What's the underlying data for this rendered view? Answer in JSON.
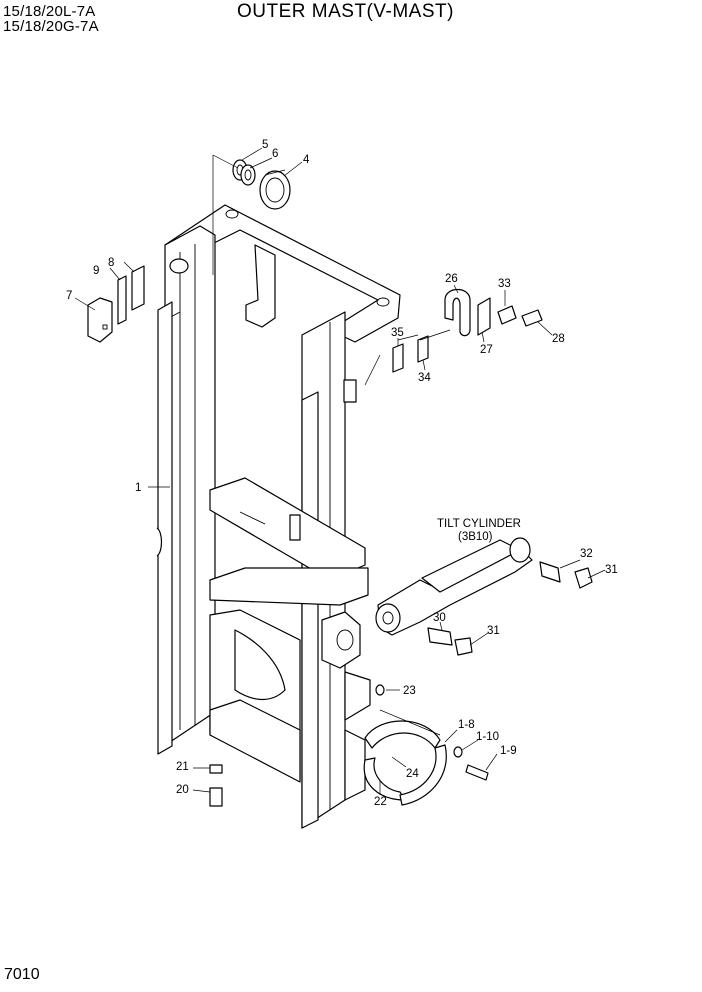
{
  "header": {
    "model_line_1": "15/18/20L-7A",
    "model_line_2": "15/18/20G-7A",
    "title": "OUTER MAST(V-MAST)"
  },
  "footer": {
    "page_number": "7010"
  },
  "annotation": {
    "line_1": "TILT CYLINDER",
    "line_2": "(3B10)"
  },
  "callouts": [
    "1",
    "4",
    "5",
    "6",
    "7",
    "8",
    "9",
    "20",
    "21",
    "22",
    "23",
    "24",
    "26",
    "27",
    "28",
    "30",
    "31",
    "31",
    "32",
    "33",
    "34",
    "35",
    "1-8",
    "1-9",
    "1-10"
  ]
}
